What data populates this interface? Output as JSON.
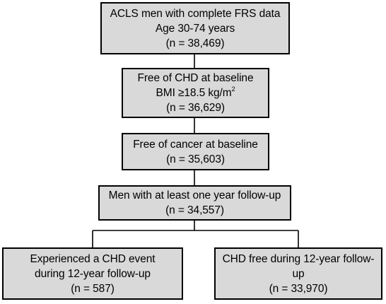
{
  "flowchart": {
    "nodes": [
      {
        "id": "n1",
        "lines": [
          "ACLS men with complete FRS data",
          "Age 30-74 years",
          "(n = 38,469)"
        ]
      },
      {
        "id": "n2",
        "lines": [
          "Free of CHD at baseline",
          "BMI ≥18.5 kg/m",
          "(n = 36,629)"
        ],
        "superscript": "2"
      },
      {
        "id": "n3",
        "lines": [
          "Free of cancer at baseline",
          "(n = 35,603)"
        ]
      },
      {
        "id": "n4",
        "lines": [
          "Men with at least one year follow-up",
          "(n = 34,557)"
        ]
      },
      {
        "id": "n5",
        "lines": [
          "Experienced a CHD event",
          "during 12-year follow-up",
          "(n = 587)"
        ]
      },
      {
        "id": "n6",
        "lines": [
          "CHD free during 12-year follow-",
          "up",
          "(n = 33,970)"
        ]
      }
    ],
    "edges": [
      {
        "from": "n1",
        "to": "n2"
      },
      {
        "from": "n2",
        "to": "n3"
      },
      {
        "from": "n3",
        "to": "n4"
      },
      {
        "from": "n4",
        "to": "n5"
      },
      {
        "from": "n4",
        "to": "n6"
      }
    ],
    "colors": {
      "box_fill": "#d9d9d9",
      "box_border": "#000000",
      "text": "#000000",
      "connector": "#000000"
    }
  }
}
